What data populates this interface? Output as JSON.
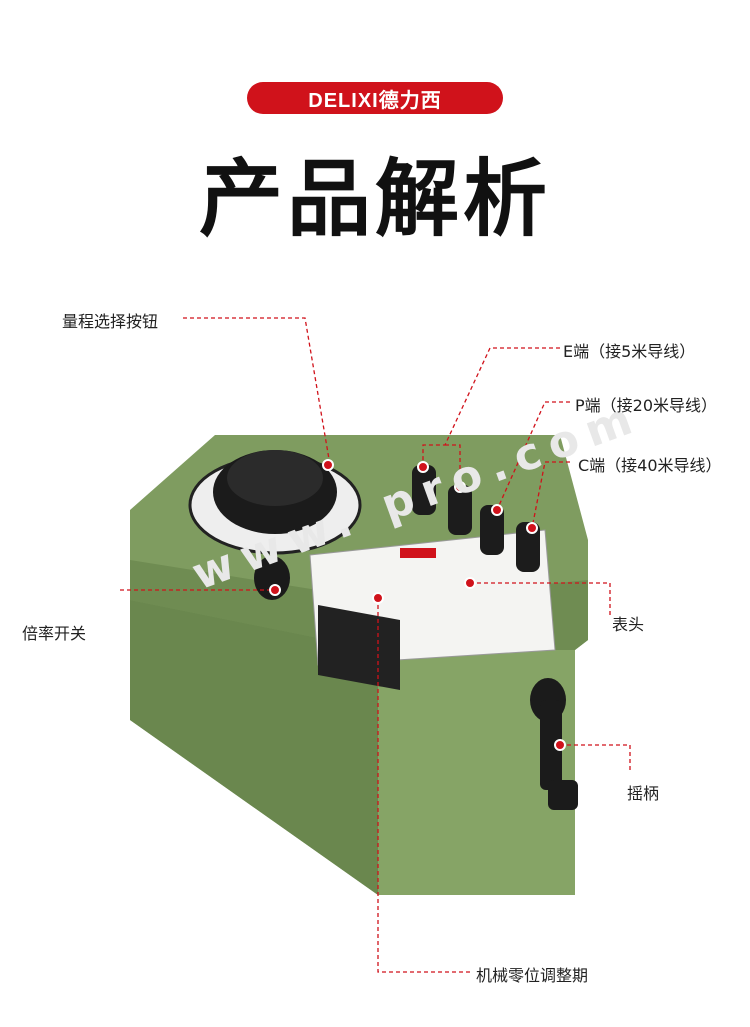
{
  "brand": {
    "logo_text": "DELIXI德力西"
  },
  "title": "产品解析",
  "watermark": "www.        pro.com",
  "labels": {
    "range_knob": "量程选择按钮",
    "e_terminal": "E端（接5米导线）",
    "p_terminal": "P端（接20米导线）",
    "c_terminal": "C端（接40米导线）",
    "meter": "表头",
    "multiplier": "倍率开关",
    "crank": "摇柄",
    "zero_adjust": "机械零位调整期"
  },
  "colors": {
    "accent": "#d0121b",
    "body": "#7d9a5e"
  }
}
